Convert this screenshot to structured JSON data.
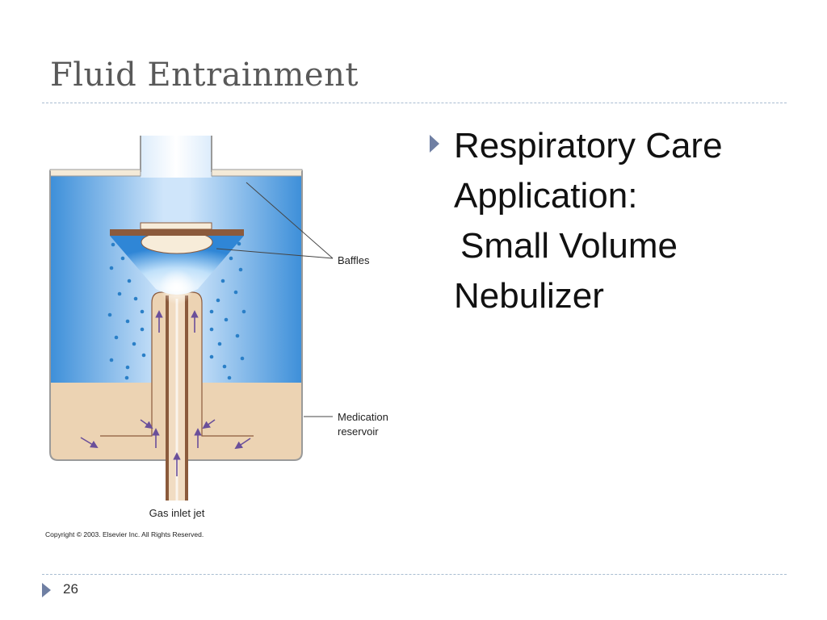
{
  "slide": {
    "title": "Fluid Entrainment",
    "page_number": "26"
  },
  "bullets": [
    {
      "lines": [
        "Respiratory Care",
        "Application:"
      ],
      "sublines": [
        "Small Volume",
        "Nebulizer"
      ]
    }
  ],
  "figure": {
    "labels": {
      "baffles": "Baffles",
      "medication_line1": "Medication",
      "medication_line2": "reservoir",
      "gas_inlet": "Gas inlet jet",
      "copyright": "Copyright © 2003. Elsevier Inc. All Rights Reserved."
    },
    "colors": {
      "chamber_blue": "#3d8fd9",
      "medication_tan": "#ecd3b3",
      "outline_brown": "#8b5a3c",
      "droplet_blue": "#2a7fc7",
      "arrow_purple": "#6a4f9a"
    }
  },
  "theme": {
    "bullet_color": "#6f7fa3",
    "rule_color": "#a9bdd1"
  }
}
